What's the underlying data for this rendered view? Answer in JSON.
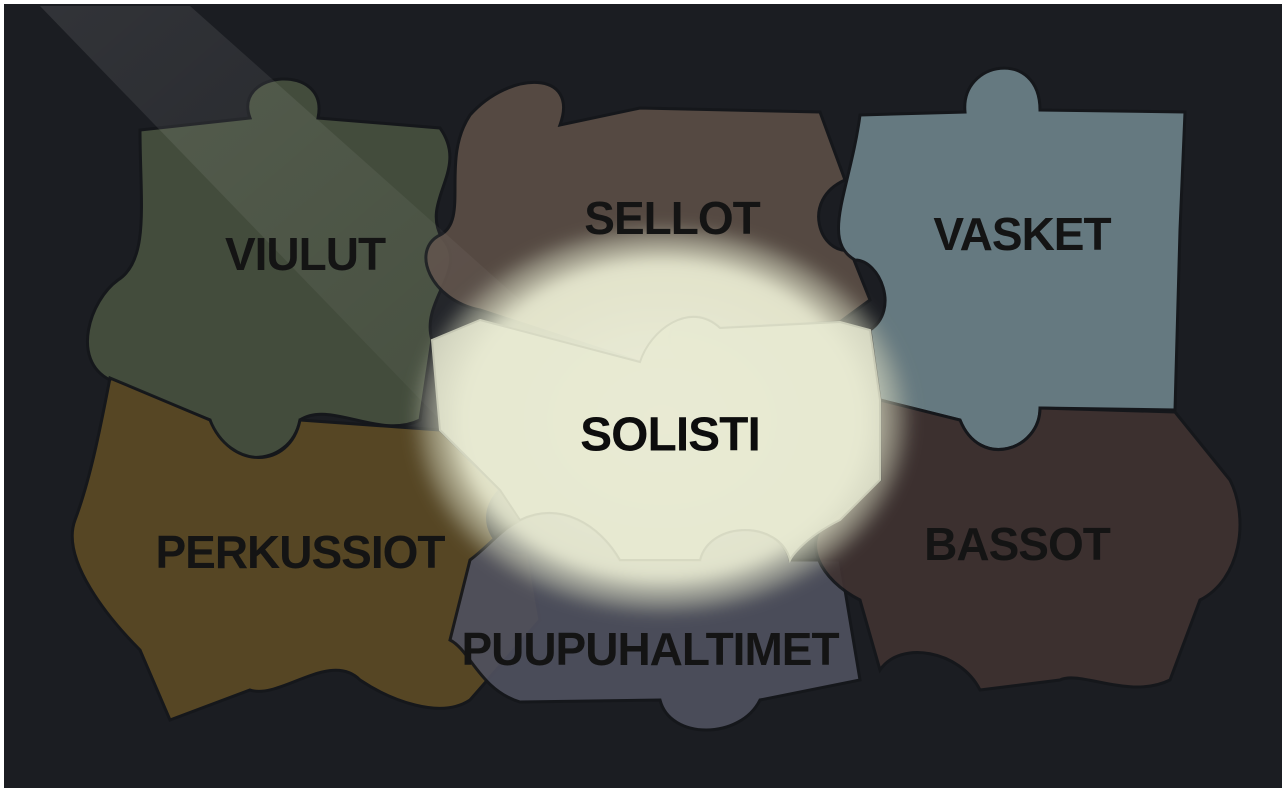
{
  "diagram": {
    "center_piece": {
      "label": "SOLISTI",
      "color": "#e9ebd3"
    },
    "pieces": [
      {
        "key": "viulut",
        "label": "VIULUT",
        "color": "#47503f"
      },
      {
        "key": "sellot",
        "label": "SELLOT",
        "color": "#5a4d45"
      },
      {
        "key": "vasket",
        "label": "VASKET",
        "color": "#6c8189"
      },
      {
        "key": "perkussiot",
        "label": "PERKUSSIOT",
        "color": "#5c4a25"
      },
      {
        "key": "puupuhaltimet",
        "label": "PUUPUHALTIMET",
        "color": "#4f505e"
      },
      {
        "key": "bassot",
        "label": "BASSOT",
        "color": "#3f3231"
      }
    ],
    "background_color": "#1b1d22",
    "spotlight_color": "#f4f6e2"
  }
}
